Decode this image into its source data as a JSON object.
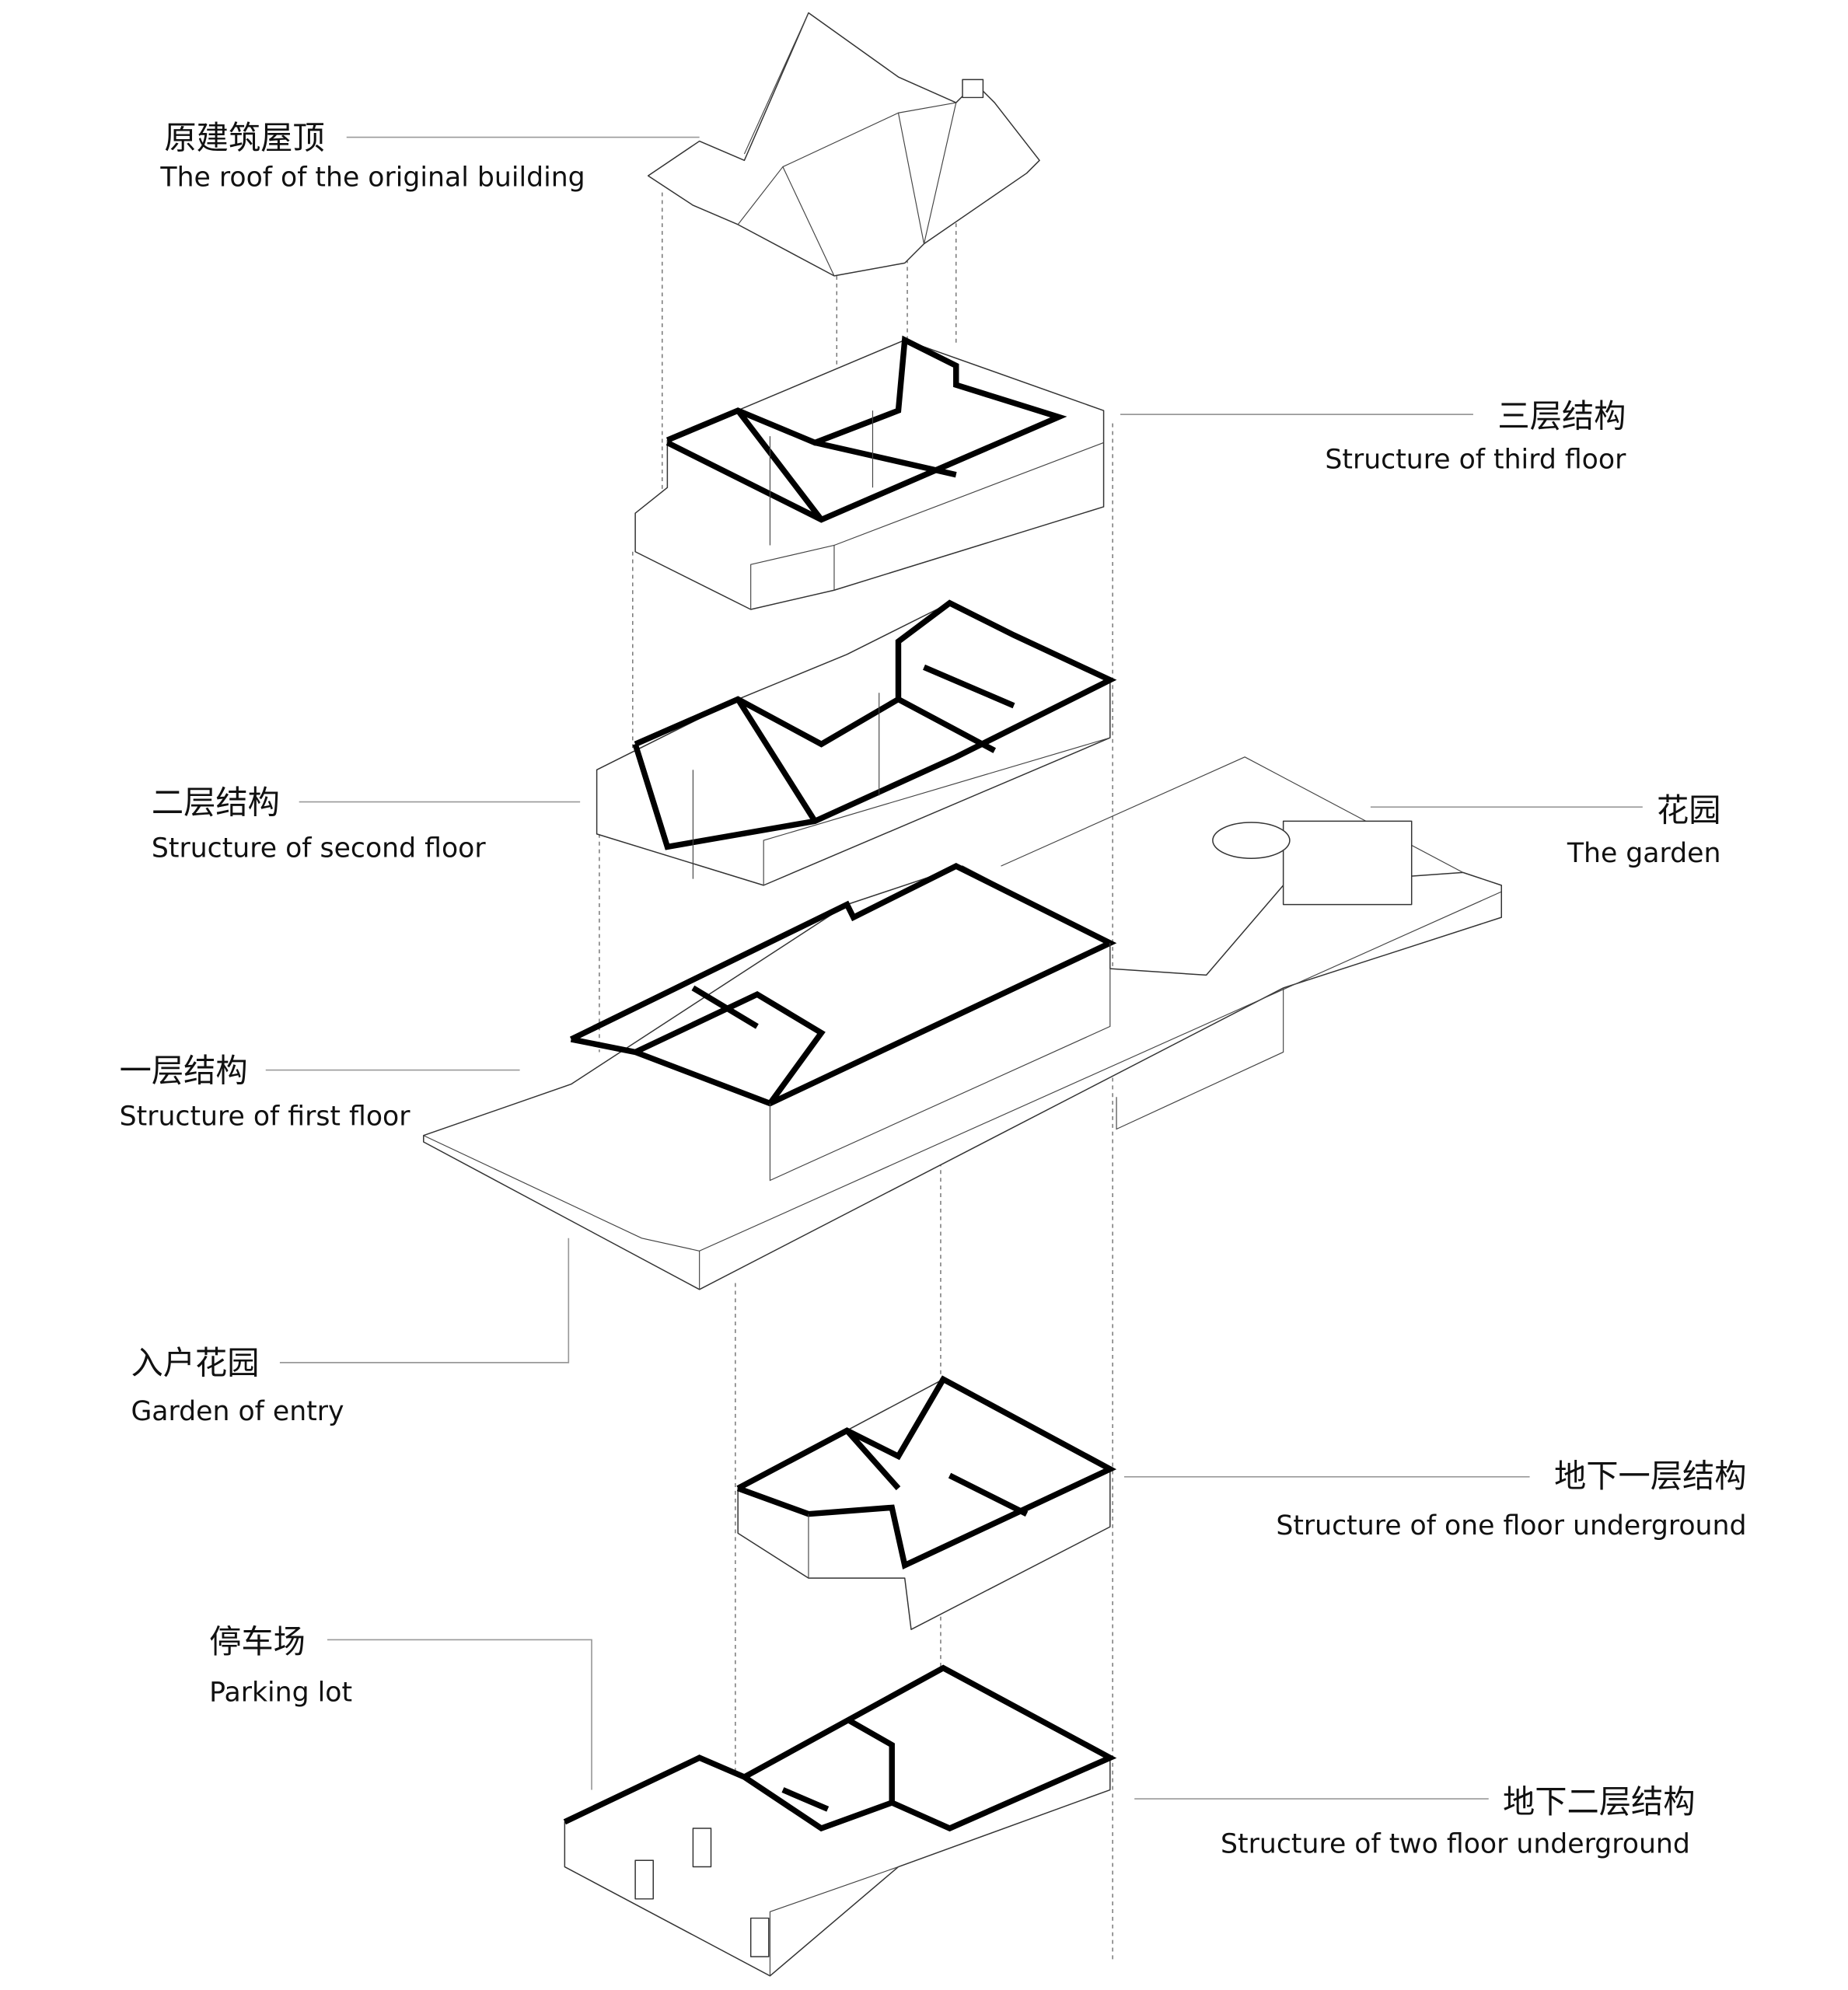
{
  "labels": {
    "roof": {
      "cn": "原建筑屋顶",
      "en": "The roof of the original building"
    },
    "third_floor": {
      "cn": "三层结构",
      "en": "Structure of third floor"
    },
    "second_floor": {
      "cn": "二层结构",
      "en": "Structure of second floor"
    },
    "garden": {
      "cn": "花园",
      "en": "The garden"
    },
    "first_floor": {
      "cn": "一层结构",
      "en": "Structure of first floor"
    },
    "entry_garden": {
      "cn": "入户花园",
      "en": "Garden of entry"
    },
    "b1": {
      "cn": "地下一层结构",
      "en": "Structure of one floor underground"
    },
    "parking": {
      "cn": "停车场",
      "en": "Parking lot"
    },
    "b2": {
      "cn": "地下二层结构",
      "en": "Structure of two floor underground"
    }
  }
}
